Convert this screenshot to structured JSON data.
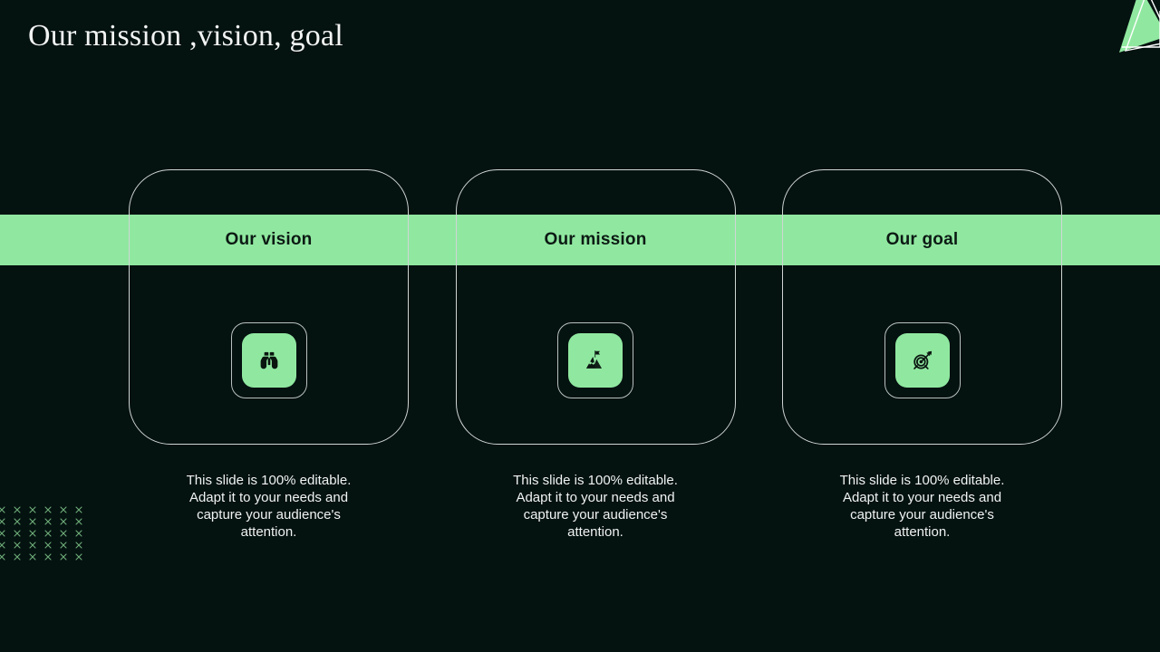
{
  "slide": {
    "title": "Our mission ,vision, goal",
    "background_color": "#041210",
    "accent_color": "#90E8A0",
    "title_color": "#f2f4f3"
  },
  "decorations": {
    "corner_triangle": "triangle-decoration",
    "cross_grid": "cross-grid-decoration",
    "cross_glyph": "×",
    "cross_columns": 6,
    "cross_rows": 5
  },
  "cards": [
    {
      "title": "Our vision",
      "icon": "binoculars-icon",
      "description": "This slide is 100% editable. Adapt it to your needs and capture your audience's attention."
    },
    {
      "title": "Our mission",
      "icon": "mountain-flag-icon",
      "description": "This slide is 100% editable. Adapt it to your needs and capture your audience's attention."
    },
    {
      "title": "Our goal",
      "icon": "target-arrow-icon",
      "description": "This slide is 100% editable. Adapt it to your needs and capture your audience's attention."
    }
  ]
}
